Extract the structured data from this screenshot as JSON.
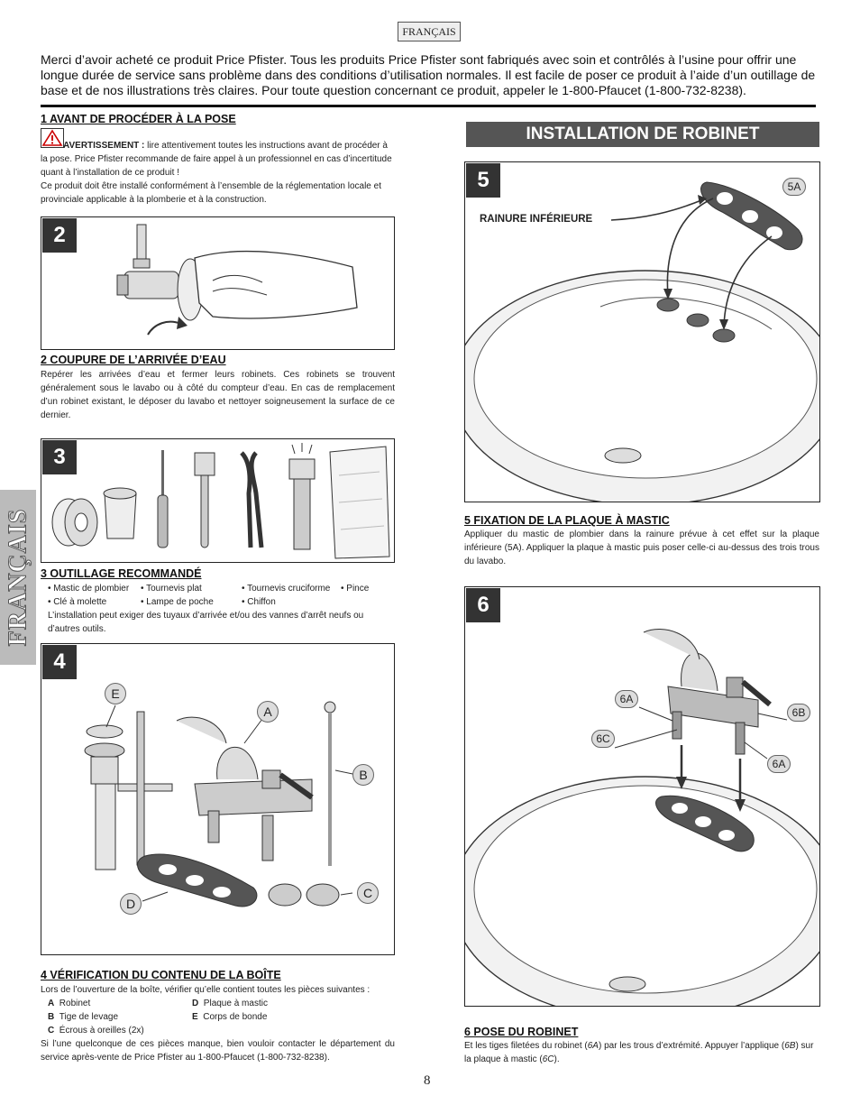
{
  "header": {
    "language_tag": "FRANÇAIS"
  },
  "intro": "Merci d’avoir acheté ce produit Price Pfister. Tous les produits Price Pfister sont fabriqués avec soin et contrôlés à l’usine pour offrir une longue durée de service sans problème dans des conditions d’utilisation normales. Il est facile de poser ce produit à l’aide d’un outillage de base et de nos illustrations très claires. Pour toute question concernant ce produit, appeler le 1-800-Pfaucet (1-800-732-8238).",
  "side_tab": "FRANÇAIS",
  "section1": {
    "title": "1   AVANT DE PROCÉDER À LA POSE",
    "warning_label": "AVERTISSEMENT :",
    "warning_text": " lire attentivement toutes les instructions avant de procéder à la pose. Price Pfister recommande de faire appel à un professionnel en cas d’incertitude quant à l’installation de ce produit !",
    "note": "Ce produit doit être installé conformément à l’ensemble de la réglementation locale et provinciale applicable à la plomberie et à la construction."
  },
  "panel2": {
    "number": "2"
  },
  "section2": {
    "title": "2   COUPURE DE L’ARRIVÉE D’EAU",
    "text": "Repérer les arrivées d’eau et fermer leurs robinets. Ces robinets se trouvent généralement sous le lavabo ou à côté du compteur d’eau. En cas de remplacement d’un robinet existant, le déposer du lavabo et nettoyer soigneusement la surface de ce dernier."
  },
  "panel3": {
    "number": "3"
  },
  "section3": {
    "title": "3   OUTILLAGE RECOMMANDÉ",
    "tools_row1": [
      "• Mastic de plombier",
      "• Tournevis plat",
      "• Tournevis cruciforme",
      "• Pince"
    ],
    "tools_row2": [
      "• Clé à molette",
      "• Lampe de poche",
      "• Chiffon"
    ],
    "note": "L’installation peut exiger des tuyaux d’arrivée et/ou des vannes d’arrêt neufs ou d’autres outils."
  },
  "panel4": {
    "number": "4",
    "labels": {
      "a": "A",
      "b": "B",
      "c": "C",
      "d": "D",
      "e": "E"
    }
  },
  "section4": {
    "title": "4  VÉRIFICATION DU CONTENU DE LA BOÎTE",
    "intro": "Lors de l’ouverture de la boîte, vérifier qu’elle contient toutes les pièces suivantes :",
    "parts": [
      {
        "key": "A",
        "label": "Robinet"
      },
      {
        "key": "D",
        "label": "Plaque à mastic"
      },
      {
        "key": "B",
        "label": "Tige de levage"
      },
      {
        "key": "E",
        "label": "Corps de bonde"
      },
      {
        "key": "C",
        "label": "Écrous à oreilles (2x)"
      }
    ],
    "note": "Si l’une quelconque de ces pièces manque, bien vouloir contacter le département du service après-vente de Price Pfister au 1-800-Pfaucet (1-800-732-8238)."
  },
  "install_header": "INSTALLATION DE ROBINET",
  "panel5": {
    "number": "5",
    "label_5a": "5A",
    "groove_label": "RAINURE INFÉRIEURE"
  },
  "section5": {
    "title": "5  FIXATION DE LA PLAQUE À MASTIC",
    "text": "Appliquer du mastic de plombier dans la rainure prévue à cet effet sur la plaque inférieure (5A). Appliquer la plaque à mastic puis poser celle-ci au-dessus des trois trous du lavabo."
  },
  "panel6": {
    "number": "6",
    "label_6a_top": "6A",
    "label_6b": "6B",
    "label_6c": "6C",
    "label_6a_right": "6A"
  },
  "section6": {
    "title": "6  POSE DU ROBINET",
    "text_p1": "Et les tiges filetées du robinet (",
    "ref_6a": "6A",
    "text_p2": ") par les trous d’extrémité. Appuyer l’applique (",
    "ref_6b": "6B",
    "text_p3": ") sur la plaque à mastic (",
    "ref_6c": "6C",
    "text_p4": ")."
  },
  "page_number": "8",
  "colors": {
    "accent_dark": "#333333",
    "header_gray": "#555555",
    "side_tab": "#bbbbbb"
  }
}
